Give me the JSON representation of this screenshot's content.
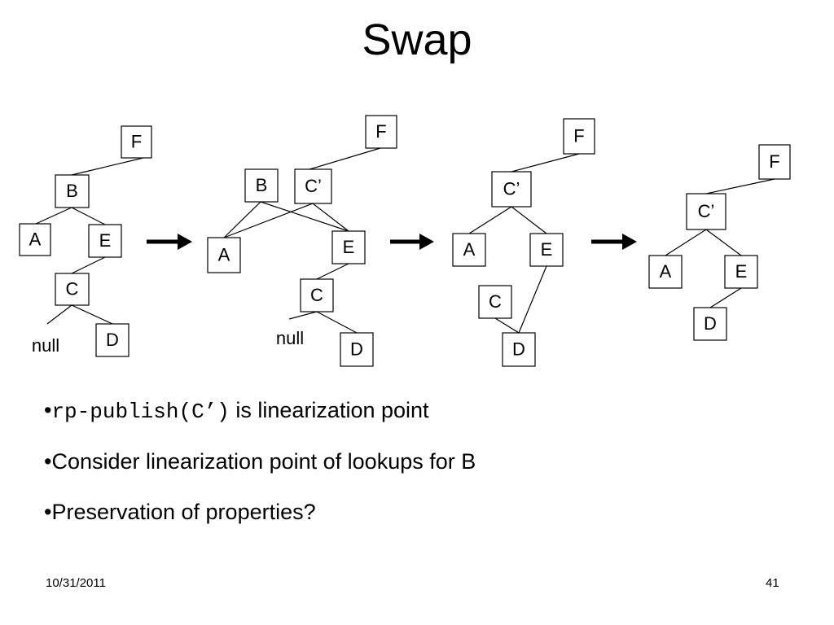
{
  "title": "Swap",
  "diagram": {
    "stages": [
      {
        "nodes": [
          {
            "id": "F",
            "label": "F"
          },
          {
            "id": "B",
            "label": "B"
          },
          {
            "id": "A",
            "label": "A"
          },
          {
            "id": "E",
            "label": "E"
          },
          {
            "id": "C",
            "label": "C"
          },
          {
            "id": "D",
            "label": "D"
          }
        ],
        "texts": [
          {
            "id": "null",
            "label": "null"
          }
        ]
      },
      {
        "nodes": [
          {
            "id": "F",
            "label": "F"
          },
          {
            "id": "B",
            "label": "B"
          },
          {
            "id": "C'",
            "label": "C’"
          },
          {
            "id": "A",
            "label": "A"
          },
          {
            "id": "E",
            "label": "E"
          },
          {
            "id": "C",
            "label": "C"
          },
          {
            "id": "D",
            "label": "D"
          }
        ],
        "texts": [
          {
            "id": "null",
            "label": "null"
          }
        ]
      },
      {
        "nodes": [
          {
            "id": "F",
            "label": "F"
          },
          {
            "id": "C'",
            "label": "C’"
          },
          {
            "id": "A",
            "label": "A"
          },
          {
            "id": "E",
            "label": "E"
          },
          {
            "id": "C",
            "label": "C"
          },
          {
            "id": "D",
            "label": "D"
          }
        ],
        "texts": []
      },
      {
        "nodes": [
          {
            "id": "F",
            "label": "F"
          },
          {
            "id": "C'",
            "label": "C’"
          },
          {
            "id": "A",
            "label": "A"
          },
          {
            "id": "E",
            "label": "E"
          },
          {
            "id": "D",
            "label": "D"
          }
        ],
        "texts": []
      }
    ]
  },
  "bullets": [
    {
      "prefix": "•",
      "code": "rp-publish(C’)",
      "text": " is linearization point"
    },
    {
      "text": "•Consider linearization point of lookups for B"
    },
    {
      "text": "•Preservation of properties?"
    }
  ],
  "footer": {
    "date": "10/31/2011",
    "page": "41"
  }
}
